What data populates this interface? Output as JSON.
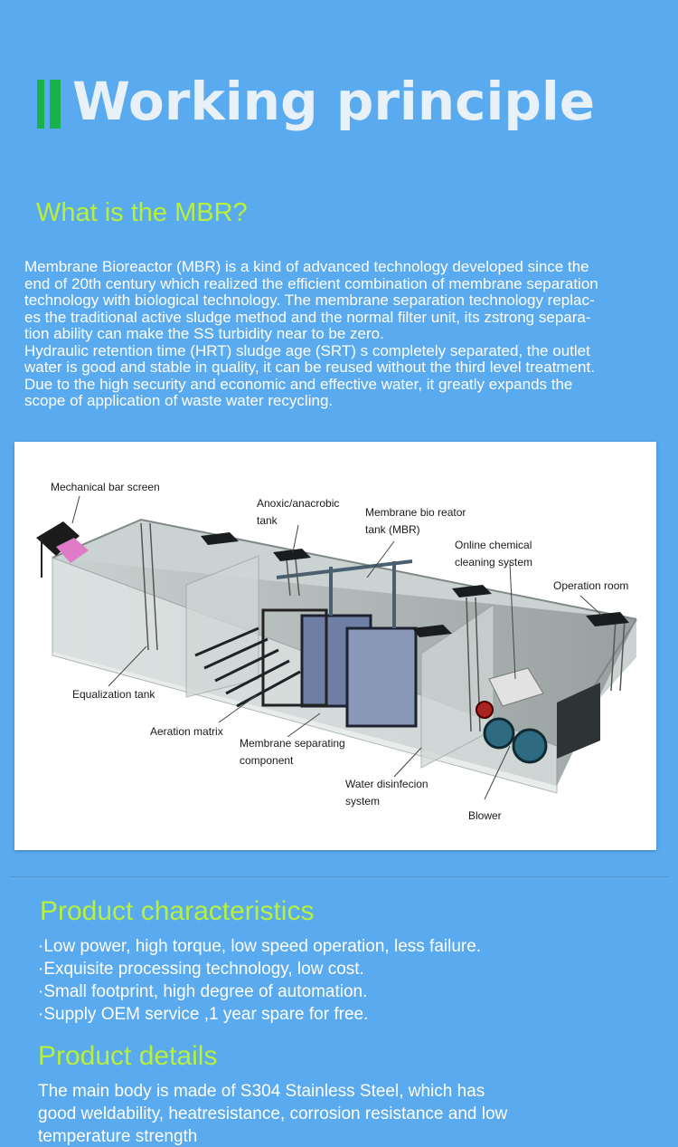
{
  "header": {
    "title": "Working principle"
  },
  "mbr": {
    "heading": "What is the MBR?",
    "body": "Membrane Bioreactor (MBR) is a kind of advanced technology developed since the\nend of 20th century which realized the efficient combination of membrane separation\ntechnology with biological technology. The membrane separation technology replac-\nes the traditional active sludge method and the normal filter unit, its zstrong separa-\ntion ability can make the SS turbidity near to be zero.\nHydraulic retention time (HRT) sludge age (SRT) s completely separated, the outlet\nwater is good and stable in quality, it can be reused without the third level treatment.\nDue to the high security and economic and effective water, it greatly expands the\nscope of application of waste water recycling."
  },
  "diagram": {
    "labels": {
      "bar_screen": "Mechanical bar screen",
      "anoxic": "Anoxic/anacrobic\ntank",
      "mbr_tank": "Membrane bio reator\ntank (MBR)",
      "cleaning": "Online chemical\ncleaning system",
      "operation": "Operation room",
      "equalization": "Equalization tank",
      "aeration": "Aeration matrix",
      "membrane_component": "Membrane separating\ncomponent",
      "disinfection": "Water disinfecion\nsystem",
      "blower": "Blower"
    }
  },
  "characteristics": {
    "heading": "Product characteristics",
    "items": [
      "·Low power, high torque, low speed operation, less failure.",
      "·Exquisite processing technology, low cost.",
      "·Small footprint, high degree of automation.",
      "·Supply OEM service ,1 year spare for free."
    ]
  },
  "details": {
    "heading": "Product details",
    "body": "The main body is made of S304 Stainless Steel, which has\n good weldability, heatresistance, corrosion resistance and low\ntemperature strength"
  },
  "colors": {
    "background": "#5aaaf0",
    "heading_green": "#b8f03a",
    "title_bar_green": "#19b24a",
    "title_text": "#e8f1f8"
  }
}
